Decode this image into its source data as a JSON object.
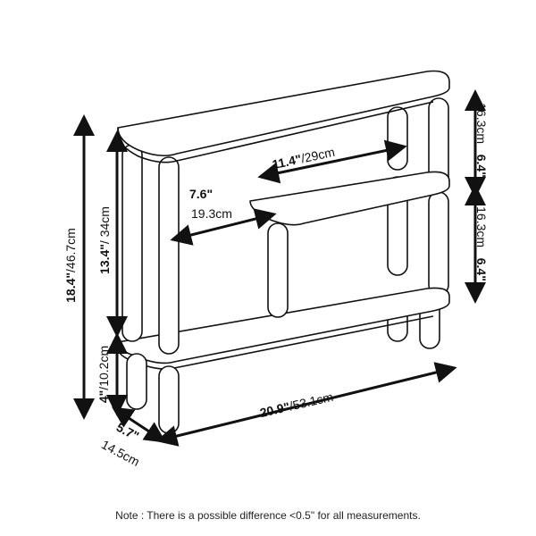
{
  "dimensions": {
    "total_height": {
      "in": "18.4\"",
      "cm": "/46.7cm"
    },
    "upper_height": {
      "in": "13.4\"",
      "cm": "/ 34cm"
    },
    "lower_height": {
      "in": "4\"",
      "cm": "/10.2cm"
    },
    "top_gap": {
      "in": "6.4\"",
      "cm": "16.3cm"
    },
    "mid_gap": {
      "in": "6.4\"",
      "cm": "16.3cm"
    },
    "shelf_width": {
      "in": "11.4\"",
      "cm": "/29cm"
    },
    "shelf_depth": {
      "in": "7.6\"",
      "cm": "19.3cm"
    },
    "total_width": {
      "in": "20.9\"",
      "cm": "/53.1cm"
    },
    "total_depth": {
      "in": "5.7\"",
      "cm": "14.5cm"
    }
  },
  "note": "Note : There is a possible difference <0.5\" for all measurements.",
  "colors": {
    "line": "#111111",
    "background": "#ffffff"
  }
}
